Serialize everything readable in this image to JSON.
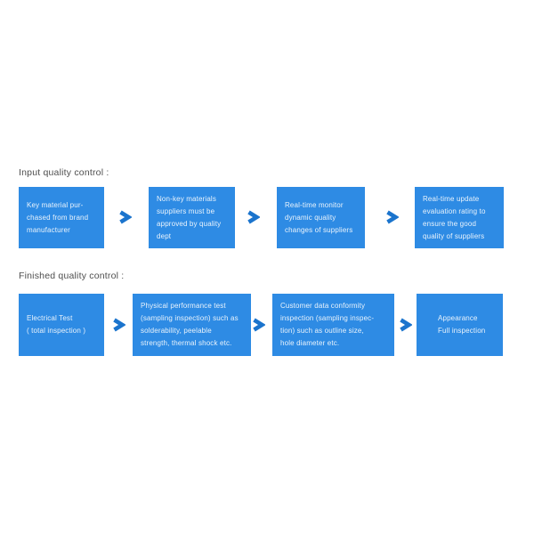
{
  "page": {
    "background": "#ffffff"
  },
  "colors": {
    "page_bg": "#ffffff",
    "box_fill": "#2E8BE4",
    "arrow": "#1B74CD",
    "heading_text": "#4E4E4E",
    "box_text": "#E9F3FC"
  },
  "icons": {
    "flow_arrow": "chevron-right"
  },
  "sections": [
    {
      "heading": "Input quality control :",
      "steps": [
        "Key material pur-\nchased from brand\nmanufacturer",
        "Non-key materials\nsuppliers must be\napproved by quality\ndept",
        "Real-time monitor\ndynamic quality\nchanges of suppliers",
        "Real-time update\nevaluation rating to\nensure the good\nquality of suppliers"
      ]
    },
    {
      "heading": "Finished quality control :",
      "steps": [
        "Electrical Test\n( total inspection )",
        "Physical performance test\n(sampling inspection) such as\nsolderability, peelable\nstrength, thermal shock etc.",
        "Customer data conformity\ninspection (sampling inspec-\ntion) such as outline size,\nhole diameter etc.",
        "Appearance\nFull inspection"
      ]
    }
  ]
}
